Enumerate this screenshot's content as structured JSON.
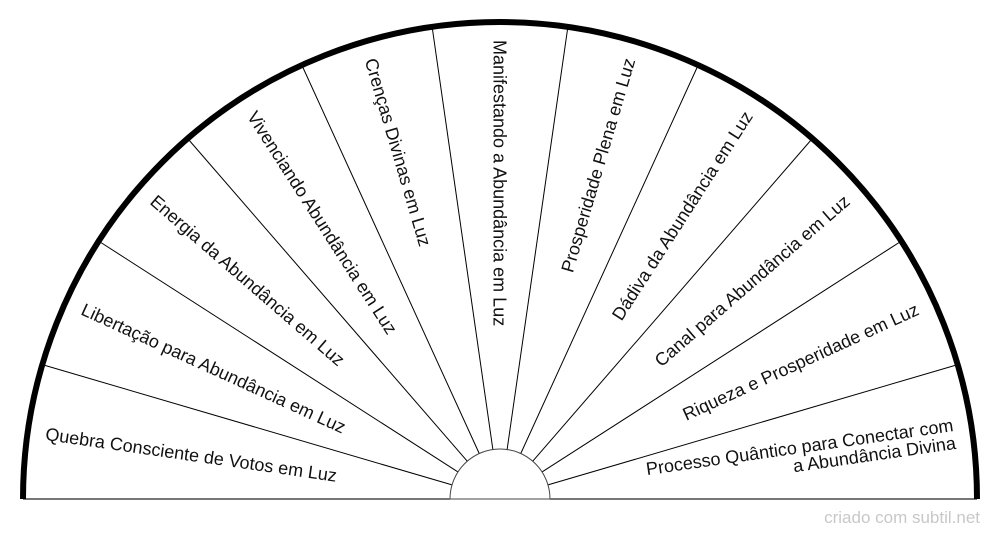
{
  "chart_data": {
    "type": "pendulum-chart-semicircle",
    "title": "",
    "sector_count": 11,
    "sectors": [
      {
        "label": "Quebra Consciente de Votos em Luz"
      },
      {
        "label": "Libertação para Abundância em Luz"
      },
      {
        "label": "Energia da Abundância em Luz"
      },
      {
        "label": "Vivenciando Abundância em Luz"
      },
      {
        "label": "Crenças Divinas em Luz"
      },
      {
        "label": "Manifestando a Abundância em Luz"
      },
      {
        "label": "Prosperidade Plena em Luz"
      },
      {
        "label": "Dádiva da Abundância em Luz"
      },
      {
        "label": "Canal para Abundância em Luz"
      },
      {
        "label": "Riqueza e Prosperidade em Luz"
      },
      {
        "label": "Processo Quântico para Conectar com",
        "label_line2": "a Abundância Divina"
      }
    ],
    "colors": {
      "outer_arc": "#000000",
      "dividers": "#000000",
      "baseline": "#777777",
      "text": "#111111"
    }
  },
  "footer": {
    "credit": "criado com subtil.net",
    "color": "#c8c8c8"
  }
}
